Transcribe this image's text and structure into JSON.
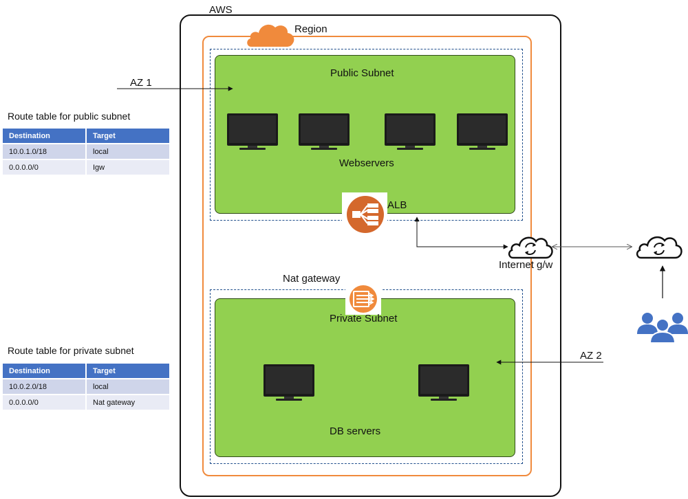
{
  "diagram": {
    "aws_label": "AWS",
    "region_label": "Region",
    "public_subnet_label": "Public Subnet",
    "webservers_label": "Webservers",
    "alb_label": "ALB",
    "nat_gateway_label": "Nat gateway",
    "private_subnet_label": "Private Subnet",
    "db_servers_label": "DB servers",
    "internet_gw_label": "Internet g/w",
    "az1_label": "AZ 1",
    "az2_label": "AZ 2"
  },
  "public_route_table": {
    "title": "Route table for public subnet",
    "headers": [
      "Destination",
      "Target"
    ],
    "rows": [
      [
        "10.0.1.0/18",
        "local"
      ],
      [
        "0.0.0.0/0",
        "Igw"
      ]
    ]
  },
  "private_route_table": {
    "title": "Route table for private subnet",
    "headers": [
      "Destination",
      "Target"
    ],
    "rows": [
      [
        "10.0.2.0/18",
        "local"
      ],
      [
        "0.0.0.0/0",
        "Nat gateway"
      ]
    ]
  },
  "colors": {
    "subnet_green": "#92d050",
    "region_orange": "#f08a3c",
    "icon_orange": "#d4682c",
    "dash_blue": "#1f4e8c",
    "header_blue": "#4472c4",
    "users_blue": "#4472c4"
  }
}
